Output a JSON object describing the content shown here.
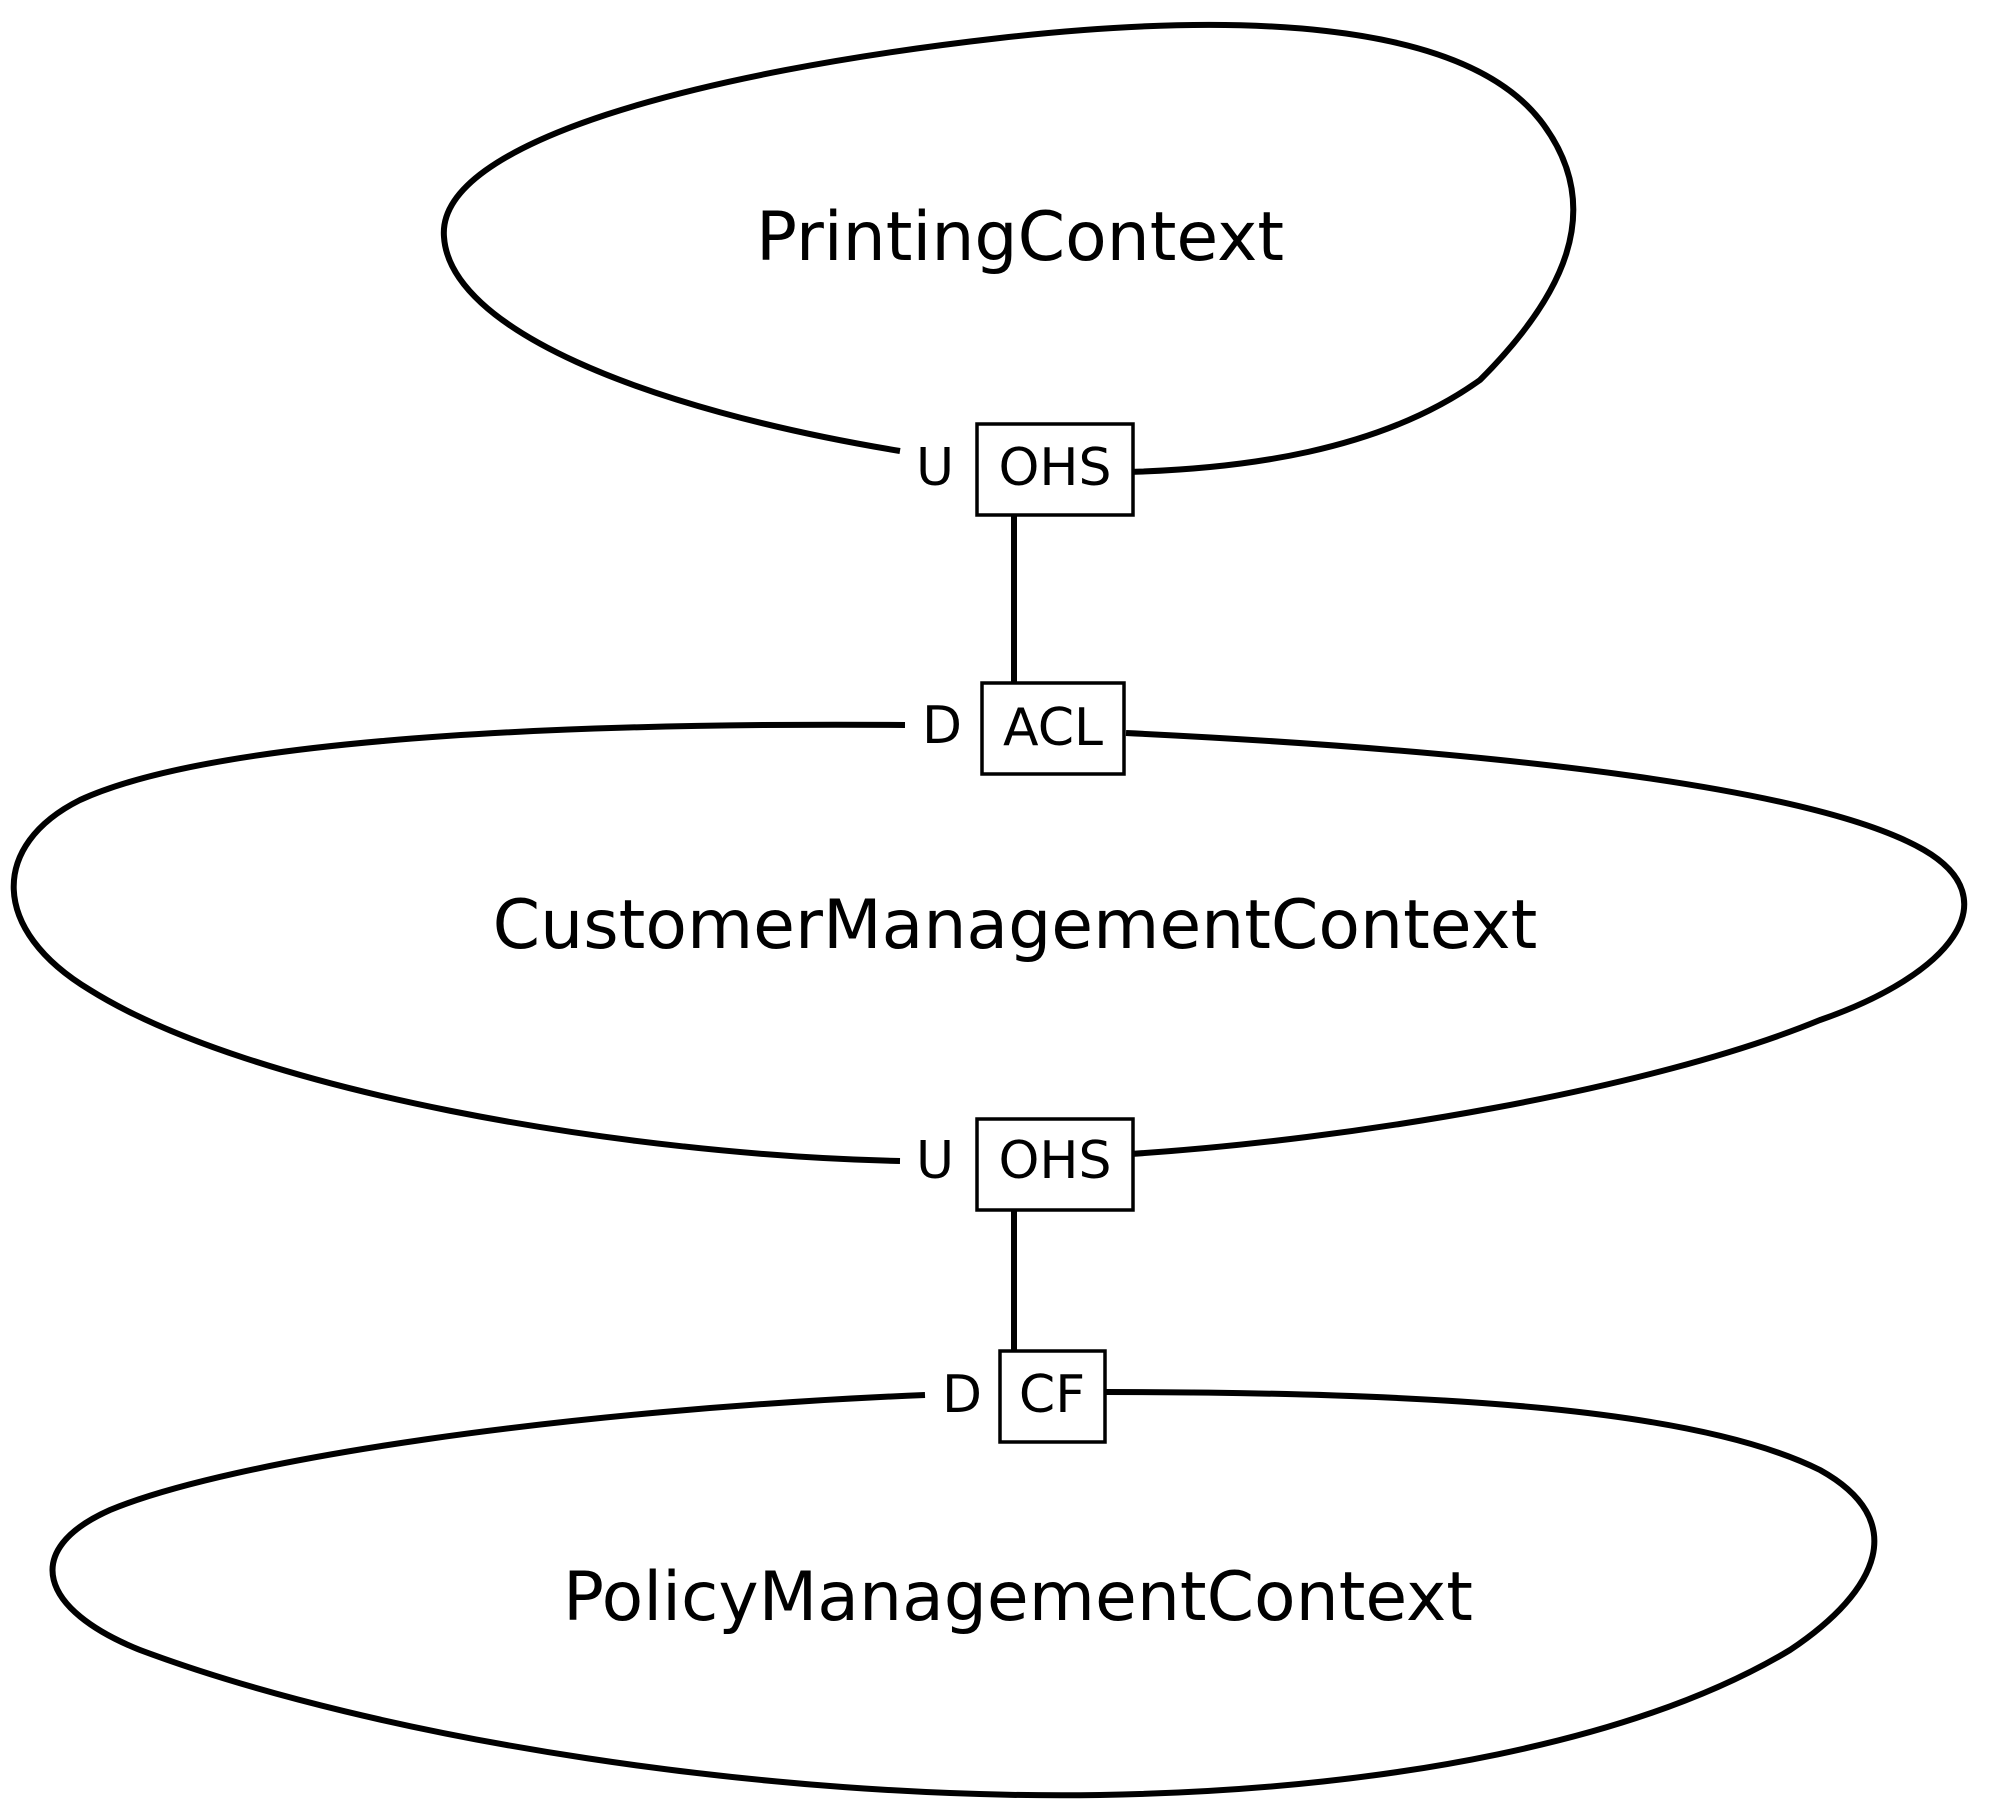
{
  "contexts": {
    "printing": {
      "name": "PrintingContext"
    },
    "customer": {
      "name": "CustomerManagementContext"
    },
    "policy": {
      "name": "PolicyManagementContext"
    }
  },
  "relationships": [
    {
      "upstream": "PrintingContext",
      "downstream": "CustomerManagementContext",
      "upstream_role": "U",
      "upstream_pattern": "OHS",
      "downstream_role": "D",
      "downstream_pattern": "ACL"
    },
    {
      "upstream": "CustomerManagementContext",
      "downstream": "PolicyManagementContext",
      "upstream_role": "U",
      "upstream_pattern": "OHS",
      "downstream_role": "D",
      "downstream_pattern": "CF"
    }
  ]
}
